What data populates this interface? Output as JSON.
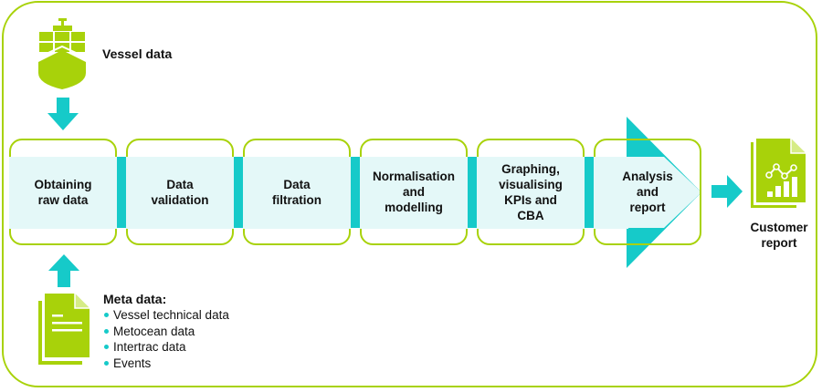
{
  "colors": {
    "frame": "#a8d20a",
    "icon_green": "#a8d20a",
    "arrow_teal": "#16cac9",
    "band_light": "#e4f8f8"
  },
  "vessel": {
    "label": "Vessel data",
    "icon": "ship-icon"
  },
  "steps": [
    {
      "label": "Obtaining\nraw data"
    },
    {
      "label": "Data\nvalidation"
    },
    {
      "label": "Data\nfiltration"
    },
    {
      "label": "Normalisation\nand\nmodelling"
    },
    {
      "label": "Graphing,\nvisualising\nKPIs and\nCBA"
    },
    {
      "label": "Analysis\nand\nreport"
    }
  ],
  "meta": {
    "title": "Meta data:",
    "icon": "document-icon",
    "items": [
      "Vessel technical data",
      "Metocean data",
      "Intertrac data",
      "Events"
    ]
  },
  "customer": {
    "label": "Customer\nreport",
    "icon": "report-chart-icon"
  }
}
